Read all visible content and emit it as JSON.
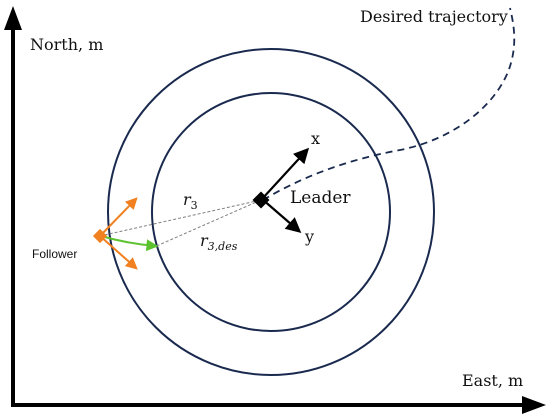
{
  "axes": {
    "y_label": "North, m",
    "x_label": "East, m"
  },
  "trajectory": {
    "label": "Desired trajectory"
  },
  "leader": {
    "label": "Leader",
    "x_axis_label": "x",
    "y_axis_label": "y"
  },
  "follower": {
    "label": "Follower"
  },
  "distances": {
    "r3": {
      "base": "r",
      "sub": "3"
    },
    "r3_des": {
      "base": "r",
      "sub": "3,des"
    }
  },
  "colors": {
    "circle": "#1a2a4f",
    "trajectory": "#1a2a4f",
    "axis": "#000000",
    "follower": "#f08020",
    "velocity": "#5dc230",
    "dashed_line": "#808080"
  },
  "icons": {
    "leader": "diamond-marker-icon",
    "follower": "diamond-marker-icon"
  }
}
